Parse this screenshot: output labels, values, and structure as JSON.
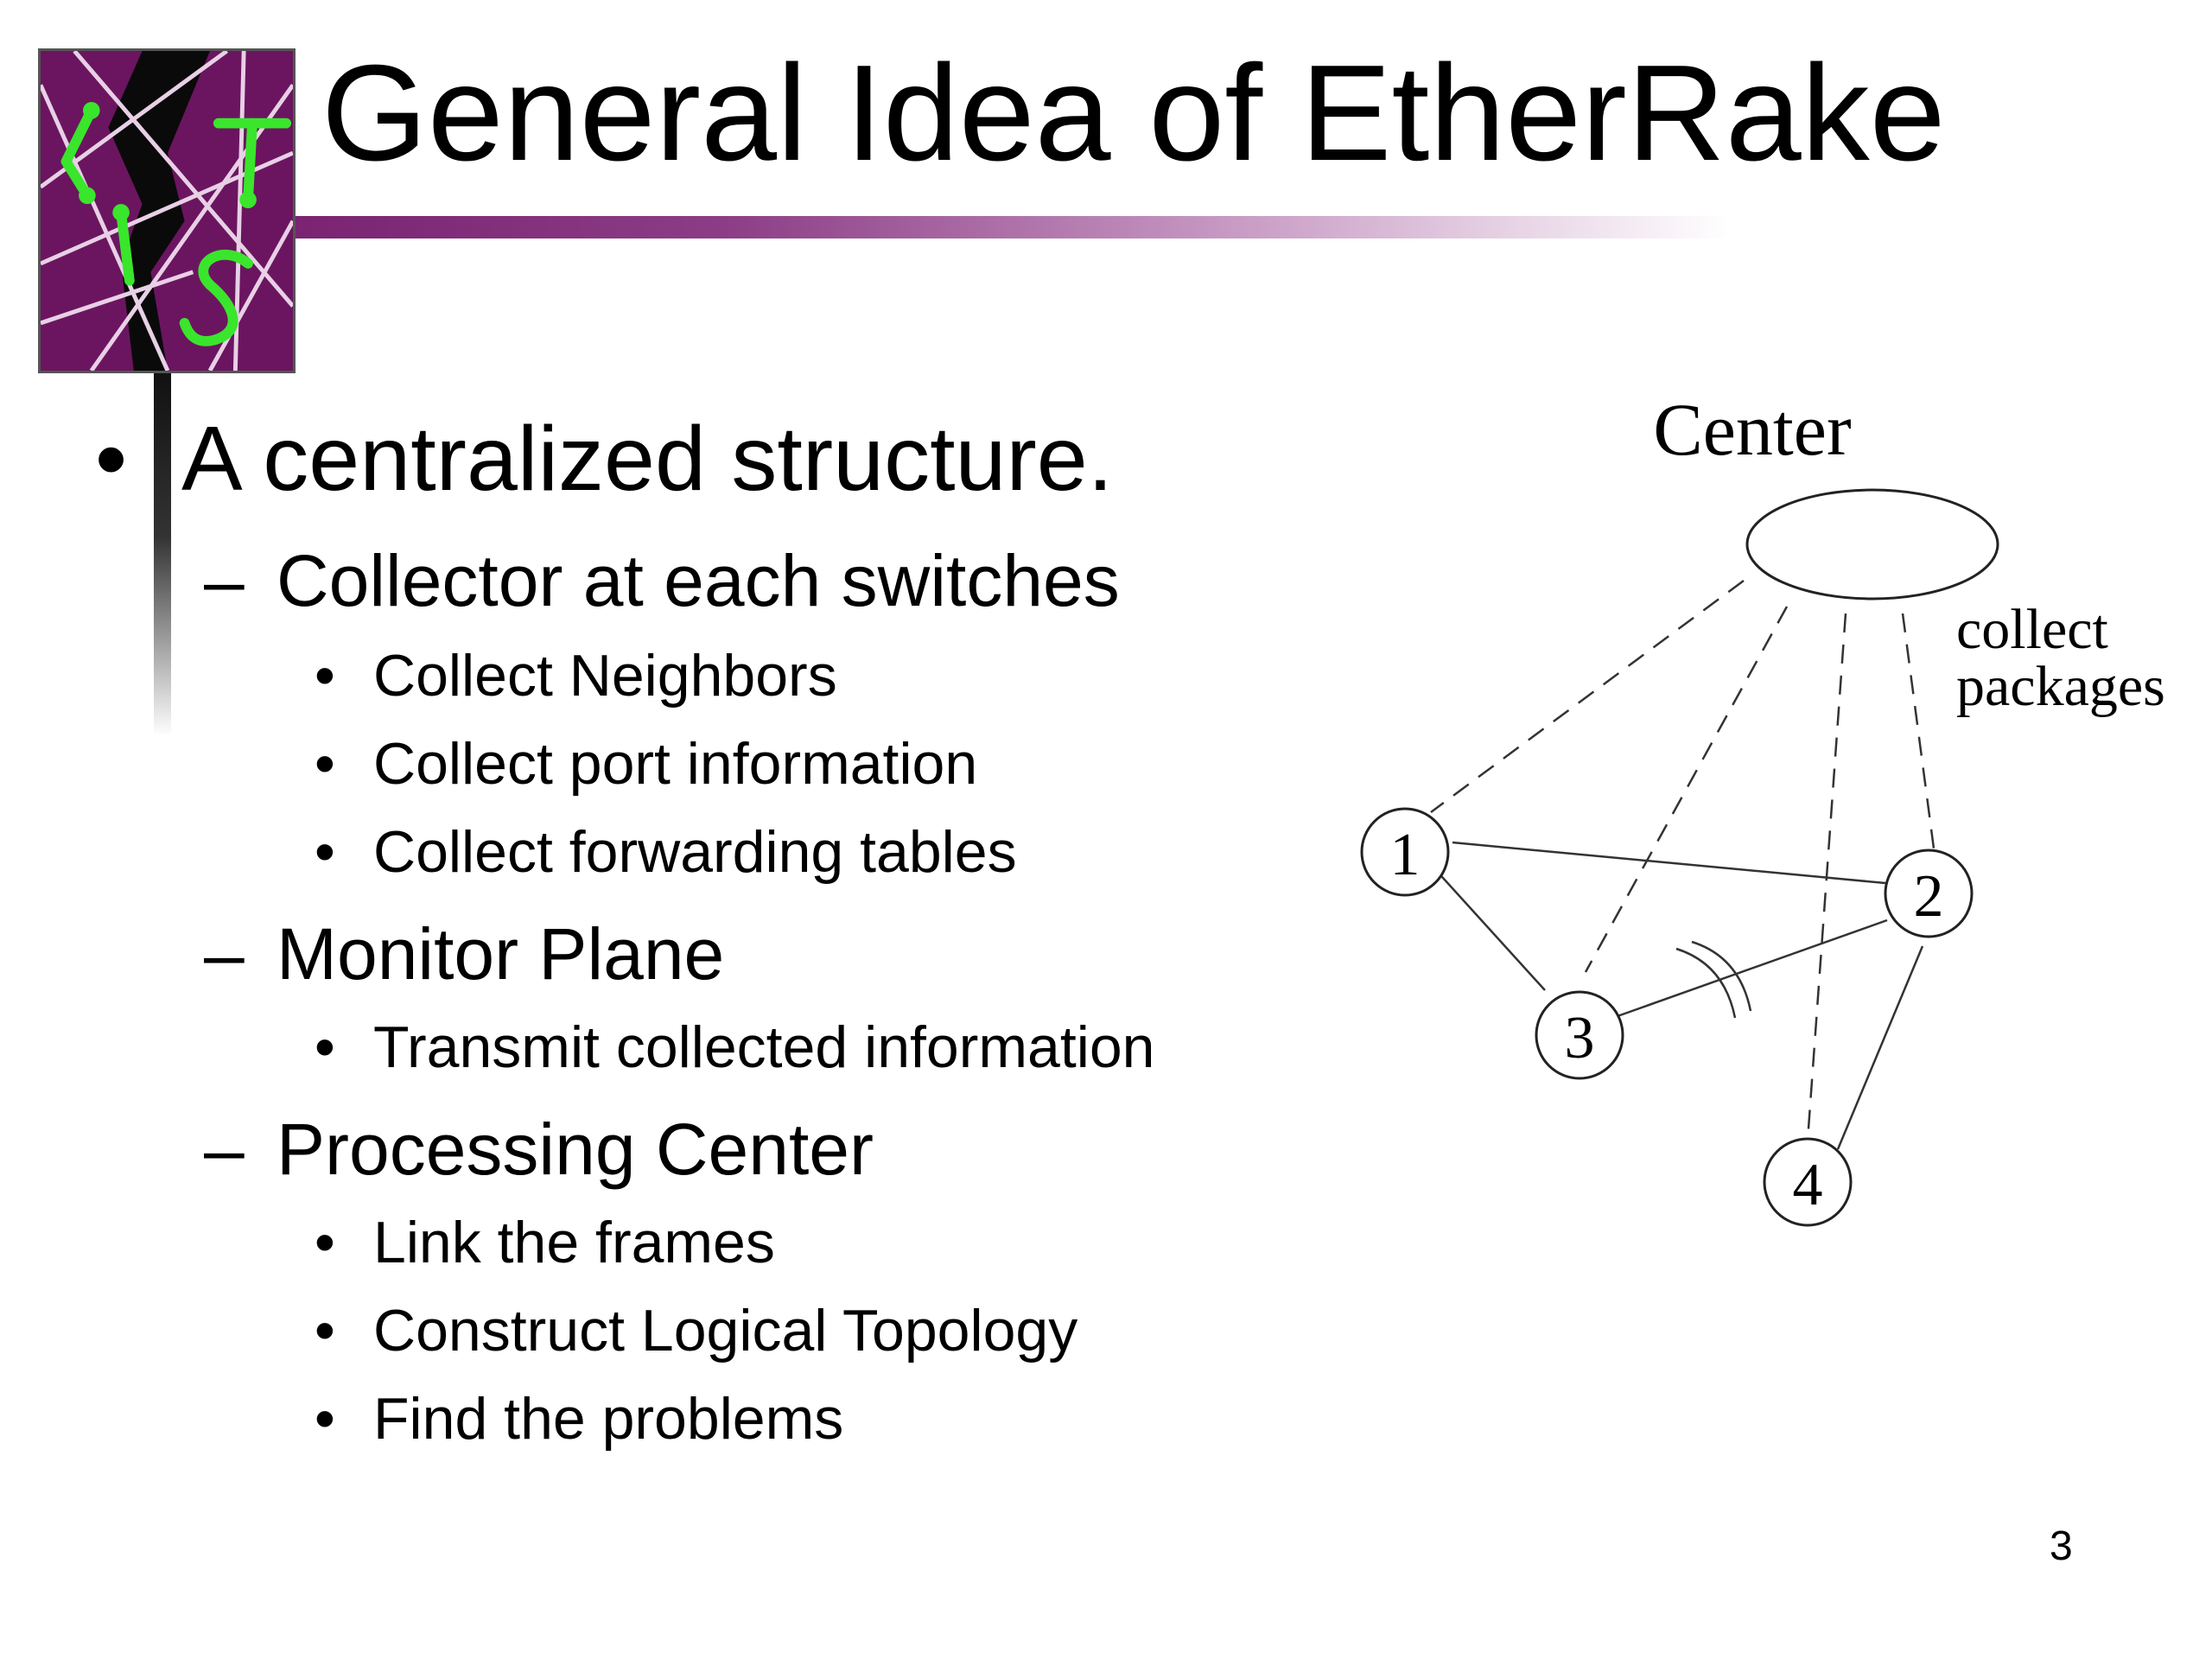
{
  "slide": {
    "title": "General Idea of EtherRake",
    "page_number": "3",
    "colors": {
      "accent": "#7a2472",
      "logo_background": "#6b1560",
      "logo_green": "#39e62b",
      "text": "#000000"
    }
  },
  "bullets": {
    "main": {
      "marker": "•",
      "text": "A centralized structure."
    },
    "collector": {
      "marker": "–",
      "text": "Collector at each switches",
      "items": [
        {
          "marker": "•",
          "text": "Collect Neighbors"
        },
        {
          "marker": "•",
          "text": "Collect port information"
        },
        {
          "marker": "•",
          "text": "Collect forwarding tables"
        }
      ]
    },
    "monitor": {
      "marker": "–",
      "text": "Monitor Plane",
      "items": [
        {
          "marker": "•",
          "text": "Transmit collected information"
        }
      ]
    },
    "processing": {
      "marker": "–",
      "text": "Processing Center",
      "items": [
        {
          "marker": "•",
          "text": "Link the frames"
        },
        {
          "marker": "•",
          "text": "Construct Logical Topology"
        },
        {
          "marker": "•",
          "text": "Find the problems"
        }
      ]
    }
  },
  "diagram": {
    "center_label": "Center",
    "annotation_line1": "collect",
    "annotation_line2": "packages",
    "nodes": [
      {
        "id": "1",
        "label": "1"
      },
      {
        "id": "2",
        "label": "2"
      },
      {
        "id": "3",
        "label": "3"
      },
      {
        "id": "4",
        "label": "4"
      }
    ],
    "solid_links": [
      [
        "1",
        "2"
      ],
      [
        "1",
        "3"
      ],
      [
        "3",
        "2"
      ],
      [
        "2",
        "4"
      ]
    ],
    "dashed_links_to_center": [
      "1",
      "3",
      "4",
      "2"
    ],
    "broken_link": [
      "3",
      "2"
    ]
  }
}
